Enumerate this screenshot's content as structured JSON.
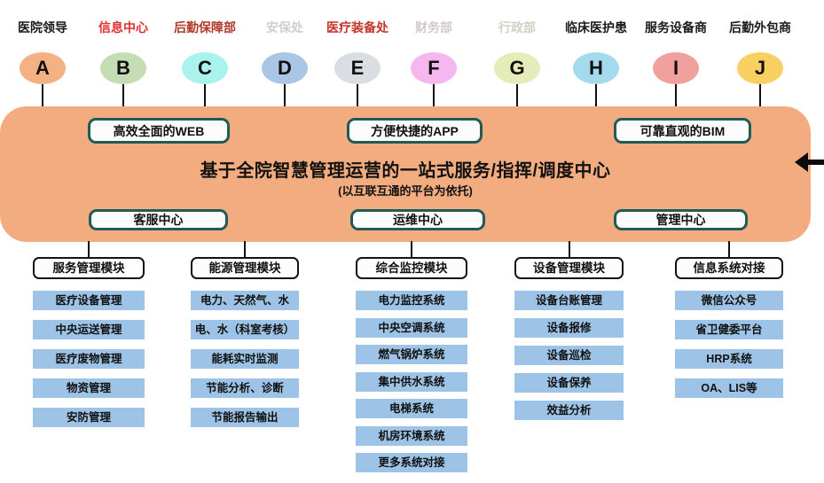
{
  "stakeholders": [
    {
      "label": "医院领导",
      "label_color": "#1a1a1a",
      "letter": "A",
      "fill": "#F4B183"
    },
    {
      "label": "信息中心",
      "label_color": "#E0312E",
      "letter": "B",
      "fill": "#C5DDB2"
    },
    {
      "label": "后勤保障部",
      "label_color": "#B03A2A",
      "letter": "C",
      "fill": "#A9F2ED"
    },
    {
      "label": "安保处",
      "label_color": "#CFCFCF",
      "letter": "D",
      "fill": "#A9C7E5"
    },
    {
      "label": "医疗装备处",
      "label_color": "#C3362B",
      "letter": "E",
      "fill": "#DADDE2"
    },
    {
      "label": "财务部",
      "label_color": "#D2C9C9",
      "letter": "F",
      "fill": "#F6B6EF"
    },
    {
      "label": "行政部",
      "label_color": "#CFD2C3",
      "letter": "G",
      "fill": "#E6ECB9"
    },
    {
      "label": "临床医护患",
      "label_color": "#1a1a1a",
      "letter": "H",
      "fill": "#A3DBEC"
    },
    {
      "label": "服务设备商",
      "label_color": "#1a1a1a",
      "letter": "I",
      "fill": "#F0A09D"
    },
    {
      "label": "后勤外包商",
      "label_color": "#1a1a1a",
      "letter": "J",
      "fill": "#FACF62"
    }
  ],
  "platform": {
    "fill": "#F3AC80",
    "box_border_color": "#1E5C55",
    "title": "基于全院智慧管理运营的一站式服务/指挥/调度中心",
    "subtitle": "(以互联互通的平台为依托)",
    "top_boxes": [
      "高效全面的WEB",
      "方便快捷的APP",
      "可靠直观的BIM"
    ],
    "bottom_boxes": [
      "客服中心",
      "运维中心",
      "管理中心"
    ]
  },
  "modules": [
    {
      "header": "服务管理模块",
      "items": [
        "医疗设备管理",
        "中央运送管理",
        "医疗废物管理",
        "物资管理",
        "安防管理"
      ]
    },
    {
      "header": "能源管理模块",
      "items": [
        "电力、天然气、水",
        "电、水（科室考核）",
        "能耗实时监测",
        "节能分析、诊断",
        "节能报告输出"
      ]
    },
    {
      "header": "综合监控模块",
      "items": [
        "电力监控系统",
        "中央空调系统",
        "燃气锅炉系统",
        "集中供水系统",
        "电梯系统",
        "机房环境系统",
        "更多系统对接"
      ]
    },
    {
      "header": "设备管理模块",
      "items": [
        "设备台账管理",
        "设备报修",
        "设备巡检",
        "设备保养",
        "效益分析"
      ]
    },
    {
      "header": "信息系统对接",
      "items": [
        "微信公众号",
        "省卫健委平台",
        "HRP系统",
        "OA、LIS等"
      ]
    }
  ],
  "colors": {
    "module_item_fill": "#9DC3E6",
    "connector_line": "#111111",
    "arrow": "#0b0b0b"
  }
}
